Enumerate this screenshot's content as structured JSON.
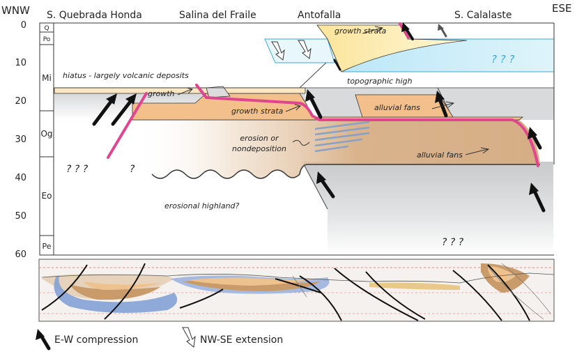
{
  "orientation": {
    "left": "WNW",
    "right": "ESE"
  },
  "localities": [
    "S. Quebrada Honda",
    "Salina del Fraile",
    "Antofalla",
    "S. Calalaste"
  ],
  "age_axis": {
    "ticks": [
      "0",
      "10",
      "20",
      "30",
      "40",
      "50",
      "60"
    ],
    "epochs": [
      "Q",
      "Po",
      "Mi",
      "Og",
      "Eo",
      "Pe"
    ]
  },
  "annotations": {
    "growth_strata_top": "growth strata",
    "question_blue": "? ? ?",
    "topographic_high": "topographic high",
    "hiatus": "hiatus - largely volcanic deposits",
    "growth": "growth",
    "growth_strata_mid": "growth strata",
    "alluvial_fans_upper": "alluvial fans",
    "erosion_line1": "erosion or",
    "erosion_line2": "nondeposition",
    "alluvial_fans_lower": "alluvial fans",
    "question_left": "? ? ?",
    "question_single": "?",
    "erosional_highland": "erosional highland?",
    "question_bottom": "? ? ?"
  },
  "legend": {
    "compression": "E-W compression",
    "extension": "NW-SE extension"
  },
  "colors": {
    "tan_unit": "#d9b38c",
    "orange_unit": "#f3c08c",
    "yellow_unit": "#fdefb6",
    "blue_unit": "#cdeefa",
    "fault_pink": "#e0458f",
    "blue_text": "#3aa9d8"
  }
}
